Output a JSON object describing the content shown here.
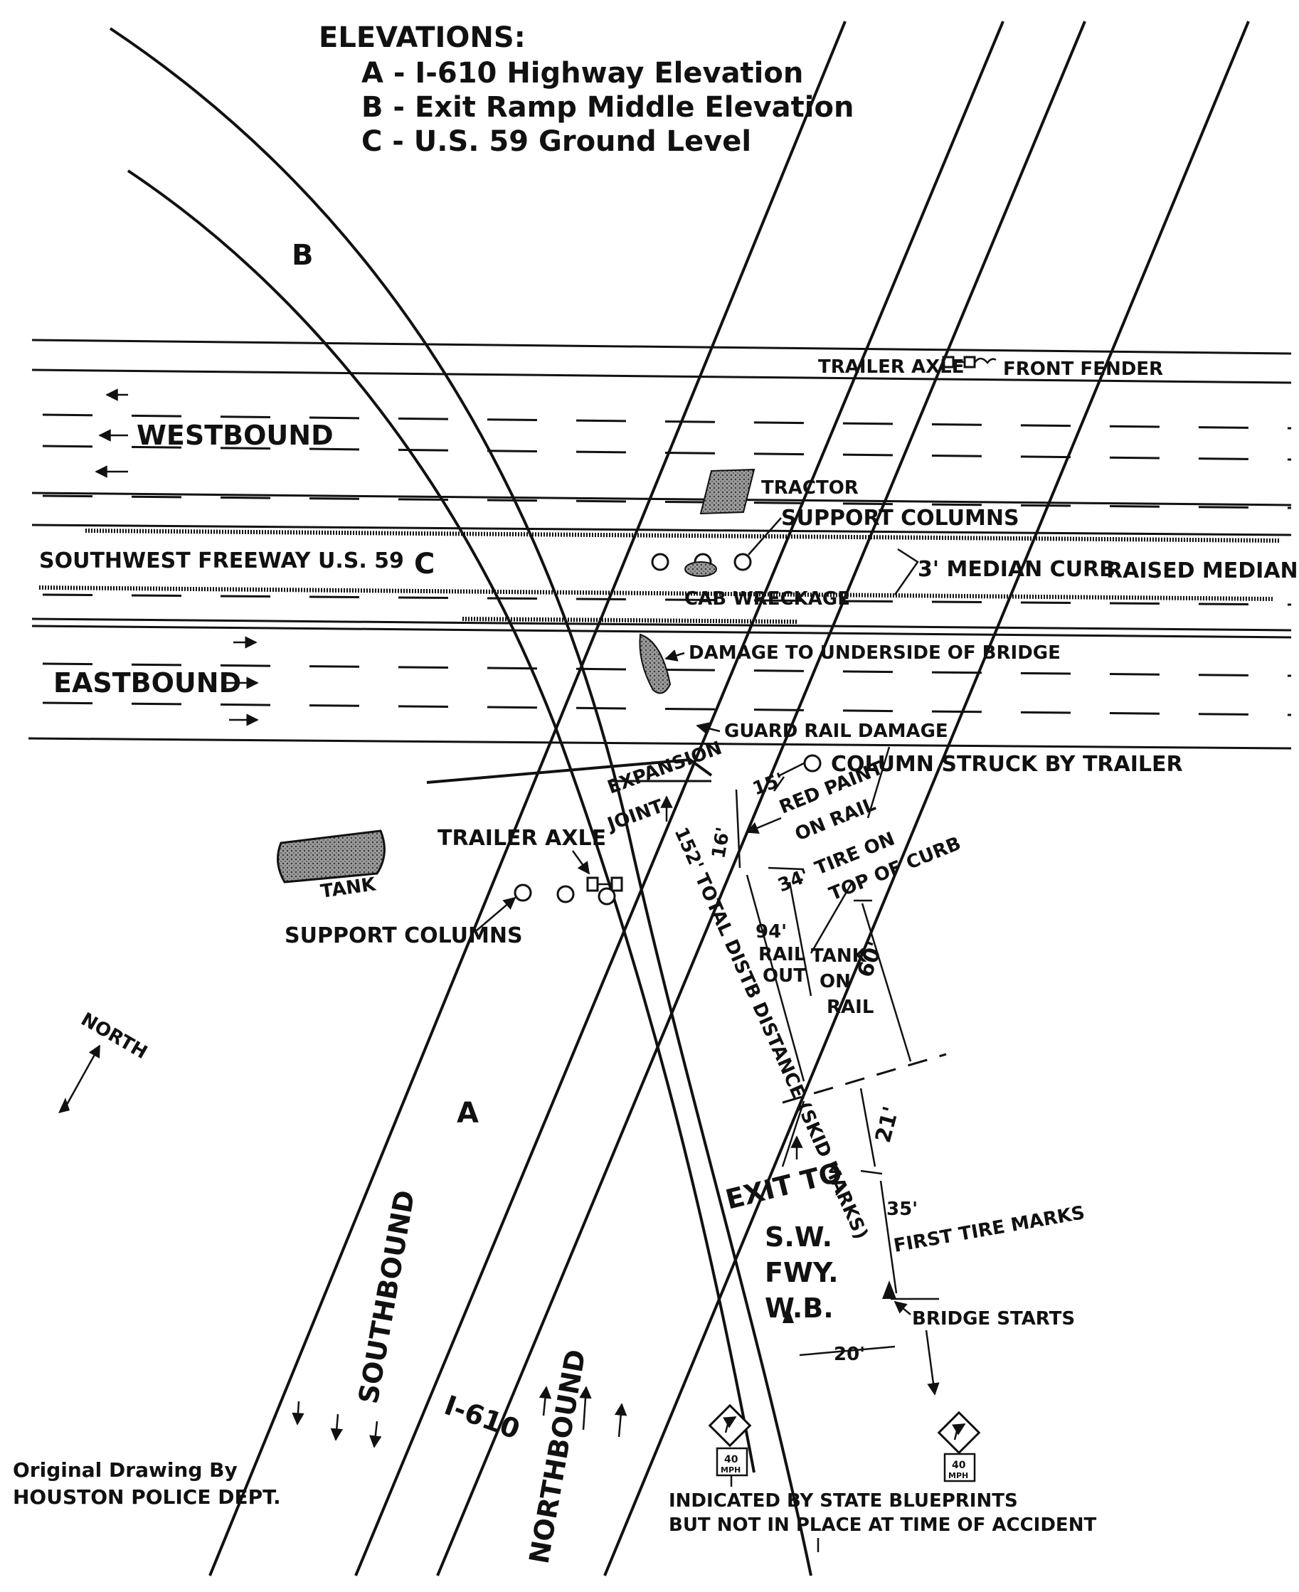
{
  "legend": {
    "title": "ELEVATIONS:",
    "a": "A - I-610 Highway Elevation",
    "b": "B - Exit Ramp Middle Elevation",
    "c": "C - U.S. 59 Ground Level"
  },
  "zone_letters": {
    "a": "A",
    "b": "B",
    "c": "C"
  },
  "roads": {
    "westbound": "WESTBOUND",
    "eastbound": "EASTBOUND",
    "freeway": "SOUTHWEST FREEWAY U.S. 59",
    "raised_median": "RAISED MEDIAN",
    "median_curb": "3' MEDIAN CURB",
    "southbound": "SOUTHBOUND",
    "northbound": "NORTHBOUND",
    "interstate": "I-610",
    "exit_line1": "EXIT TO",
    "exit_line2": "S.W.",
    "exit_line3": "FWY.",
    "exit_line4": "W.B."
  },
  "labels": {
    "trailer_axle_top": "TRAILER AXLE",
    "front_fender": "FRONT FENDER",
    "tractor": "TRACTOR",
    "support_columns_top": "SUPPORT COLUMNS",
    "cab_wreckage": "CAB WRECKAGE",
    "damage_bridge": "DAMAGE TO UNDERSIDE OF BRIDGE",
    "guard_rail": "GUARD RAIL DAMAGE",
    "column_struck": "COLUMN STRUCK BY TRAILER",
    "expansion": "EXPANSION",
    "joint": "JOINT",
    "trailer_axle_bottom": "TRAILER AXLE",
    "tank": "TANK",
    "support_columns_bottom": "SUPPORT COLUMNS",
    "red_paint_1": "RED PAINT",
    "red_paint_2": "ON RAIL",
    "tire_curb_1": "TIRE ON",
    "tire_curb_2": "TOP OF CURB",
    "rail_out_1": "RAIL",
    "rail_out_2": "OUT",
    "tank_rail_1": "TANK",
    "tank_rail_2": "ON",
    "tank_rail_3": "RAIL",
    "total_distance": "152' TOTAL DISTB DISTANCE (SKID MARKS)",
    "first_tire": "FIRST TIRE MARKS",
    "bridge_starts": "BRIDGE STARTS",
    "blueprint_1": "INDICATED BY STATE BLUEPRINTS",
    "blueprint_2": "BUT NOT IN PLACE AT TIME OF ACCIDENT",
    "north": "NORTH",
    "sign_speed": "40",
    "sign_unit": "MPH"
  },
  "distances": {
    "d15": "15'",
    "d16": "16'",
    "d34": "34'",
    "d94": "94'",
    "d60": "60'",
    "d21": "21'",
    "d35": "35'",
    "d20": "20'"
  },
  "credit": {
    "line1": "Original Drawing By",
    "line2": "HOUSTON POLICE DEPT."
  },
  "colors": {
    "ink": "#111111",
    "paper": "#ffffff",
    "wreck_fill": "#8a8a8a"
  }
}
